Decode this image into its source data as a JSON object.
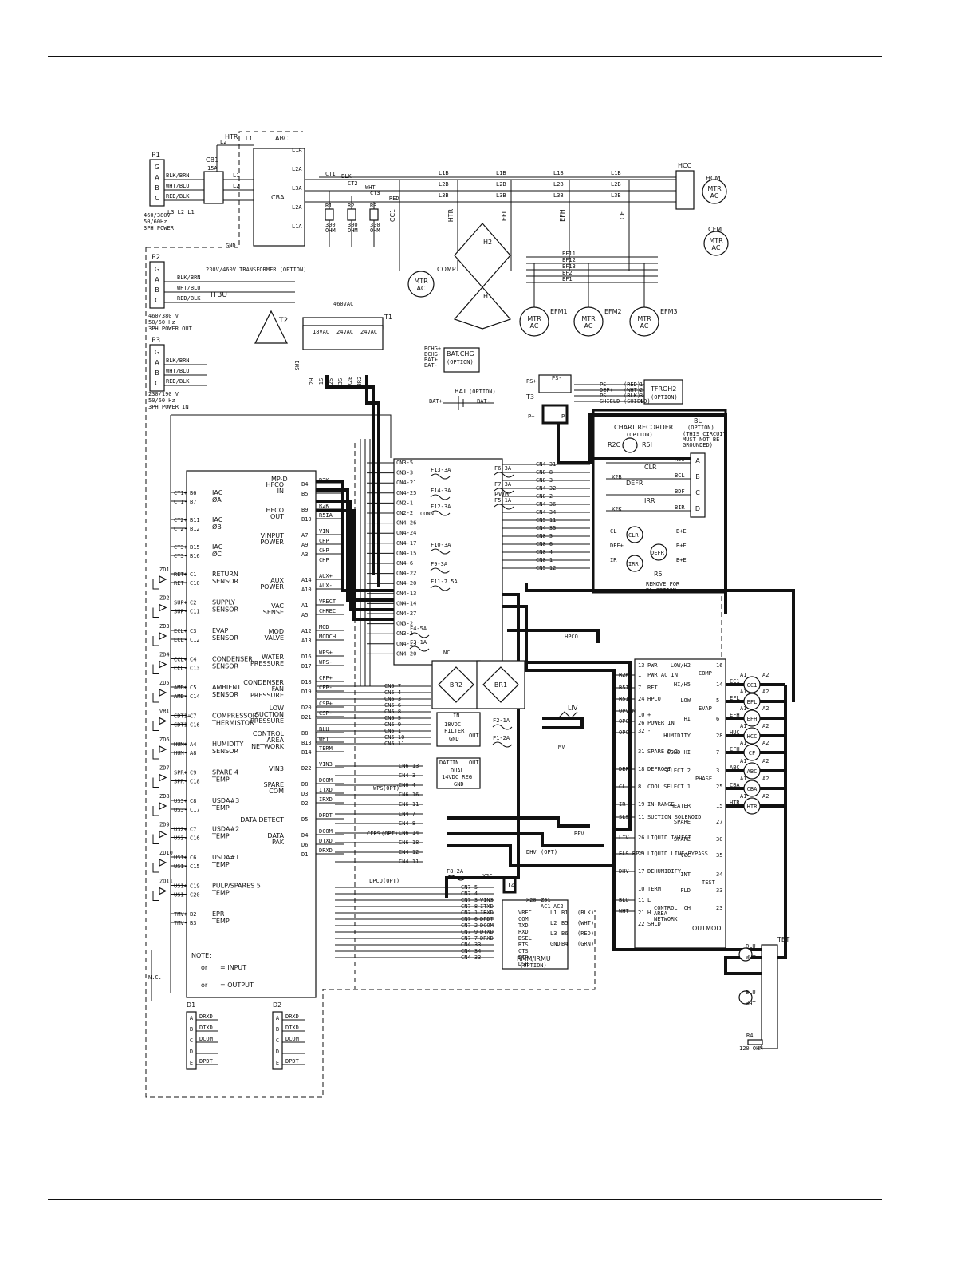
{
  "power": {
    "p1": {
      "label": "P1",
      "pins": [
        "G",
        "A",
        "B",
        "C"
      ],
      "wires": [
        "BLK/BRN",
        "WHT/BLU",
        "RED/BLK"
      ],
      "phases": "L3  L2  L1",
      "rating": [
        "460/380V",
        "50/60Hz",
        "3PH POWER"
      ]
    },
    "p2": {
      "label": "P2",
      "pins": [
        "G",
        "A",
        "B",
        "C"
      ],
      "wires": [
        "BLK/BRN",
        "WHT/BLU",
        "RED/BLK"
      ],
      "rating": [
        "460/380 V",
        "50/60 Hz",
        "3PH POWER OUT"
      ]
    },
    "p3": {
      "label": "P3",
      "pins": [
        "G",
        "A",
        "B",
        "C"
      ],
      "wires": [
        "BLK/BRN",
        "WHT/BLU",
        "RED/BLK"
      ],
      "rating": [
        "230/190 V",
        "50/60 Hz",
        "3PH POWER IN"
      ]
    },
    "cb1": "CB1",
    "cb1_amps": "15A",
    "gnd": "GND",
    "itbu": "ITBU",
    "t2": "T2",
    "transformer": "230V/460V TRANSFORMER (OPTION)"
  },
  "top": {
    "htr": "HTR",
    "l2": "L2",
    "l1": "L1",
    "abc": "ABC",
    "cba": "CBA",
    "contact_labels": [
      "L1A",
      "L2A",
      "L3A",
      "L2A",
      "L1A"
    ],
    "ct": [
      "CT1",
      "CT2",
      "CT3"
    ],
    "resistors": [
      {
        "r": "R1",
        "v": "300",
        "u": "OHM"
      },
      {
        "r": "R2",
        "v": "300",
        "u": "OHM"
      },
      {
        "r": "R3",
        "v": "300",
        "u": "OHM"
      }
    ],
    "bus": [
      "L1B",
      "L1B",
      "L1B",
      "L1B",
      "L2B",
      "L2B",
      "L2B",
      "L2B",
      "L3B",
      "L3B",
      "L3B",
      "L3B"
    ],
    "wire_colors": [
      "BLK",
      "WHT",
      "RED"
    ],
    "loads": [
      "CC1",
      "HTR",
      "EFL",
      "EFH",
      "CF"
    ],
    "comp": "COMP",
    "h1": "H1",
    "h2": "H2",
    "mtr": "MTR",
    "ac": "AC",
    "hcc": "HCC",
    "hcm": "HCM",
    "cfm": "CFM",
    "evap_fans": [
      "EFM1",
      "EFM2",
      "EFM3"
    ],
    "ef_wires": [
      "EF11",
      "EF12",
      "EF13",
      "EF2",
      "EF1"
    ],
    "t1": "T1",
    "vac460": "460VAC",
    "vac18": "18VAC",
    "vac24a": "24VAC",
    "vac24b": "24VAC",
    "sw1": "SW1",
    "t1_leads": [
      "2H",
      "1S",
      "2S",
      "3S",
      "R2B",
      "BR2"
    ]
  },
  "battery": {
    "bat_chg": "BAT.CHG",
    "bat_chg_opt": "(OPTION)",
    "bat": "BAT",
    "bat_opt": "(OPTION)",
    "bat_pos": "BAT+",
    "bat_neg": "BAT-",
    "chg_pins": [
      "BCHG+",
      "BCHG-",
      "BAT+",
      "BAT-"
    ]
  },
  "ps": {
    "ps_pos": "PS+",
    "ps_neg": "PS-",
    "t3": "T3",
    "p_pos": "P+",
    "p_neg": "P-",
    "tfrgh": "TFRGH2",
    "tfrgh_opt": "(OPTION)",
    "tfrgh_pins": [
      {
        "n": "1",
        "w": "(RED)"
      },
      {
        "n": "2",
        "w": "(WHT)"
      },
      {
        "n": "3",
        "w": "(BLK)"
      },
      {
        "n": "4",
        "w": "(SHIELD)"
      }
    ],
    "tfrgh_wires": [
      "PS+",
      "DEF+",
      "PS-",
      "SHIELD"
    ]
  },
  "chart": {
    "title": "CHART RECORDER",
    "opt": "(OPTION)",
    "r2c": "R2C",
    "r5i": "R5I",
    "bl": "BL",
    "bl_opt": "(OPTION)",
    "bl_note": [
      "(THIS CIRCUIT",
      "MUST NOT BE",
      "GROUNDED)"
    ],
    "bl_pins": [
      "A",
      "B",
      "C",
      "D"
    ],
    "clr": "CLR",
    "defr": "DEFR",
    "irr": "IRR",
    "r5": "R5",
    "remove": [
      "REMOVE FOR",
      "BL OPTION"
    ],
    "coil_labels": [
      "CL",
      "DEF+",
      "IR",
      "B+E",
      "B+E",
      "B+E"
    ],
    "bl_wires": [
      "X5I",
      "BCL",
      "BDF",
      "BIR",
      "X2B",
      "X2K"
    ]
  },
  "mpd": {
    "title": "MP-D",
    "left_groups": [
      {
        "name": "IAC",
        "sub": "ØA",
        "pins": [
          "B6",
          "B7"
        ],
        "wires": [
          "CT1+",
          "CT1-"
        ]
      },
      {
        "name": "IAC",
        "sub": "ØB",
        "pins": [
          "B11",
          "B12"
        ],
        "wires": [
          "CT2+",
          "CT2-"
        ]
      },
      {
        "name": "IAC",
        "sub": "ØC",
        "pins": [
          "B15",
          "B16"
        ],
        "wires": [
          "CT3+",
          "CT3-"
        ]
      },
      {
        "name": "RETURN",
        "sub": "SENSOR",
        "pins": [
          "C1",
          "C10"
        ],
        "wires": [
          "RET+",
          "RET-"
        ],
        "zd": "ZD1"
      },
      {
        "name": "SUPPLY",
        "sub": "SENSOR",
        "pins": [
          "C2",
          "C11"
        ],
        "wires": [
          "SUP+",
          "SUP-"
        ],
        "zd": "ZD2"
      },
      {
        "name": "EVAP",
        "sub": "SENSOR",
        "pins": [
          "C3",
          "C12"
        ],
        "wires": [
          "ECL+",
          "ECL-"
        ],
        "zd": "ZD3"
      },
      {
        "name": "CONDENSER",
        "sub": "SENSOR",
        "pins": [
          "C4",
          "C13"
        ],
        "wires": [
          "CCL+",
          "CCL-"
        ],
        "zd": "ZD4"
      },
      {
        "name": "AMBIENT",
        "sub": "SENSOR",
        "pins": [
          "C5",
          "C14"
        ],
        "wires": [
          "AMB+",
          "AMB-"
        ],
        "zd": "ZD5"
      },
      {
        "name": "COMPRESSOR",
        "sub": "THERMISTOR",
        "pins": [
          "C7",
          "C16"
        ],
        "wires": [
          "CDT1+",
          "CDT1-"
        ],
        "zd": "VR1"
      },
      {
        "name": "HUMIDITY",
        "sub": "SENSOR",
        "pins": [
          "A4",
          "A8"
        ],
        "wires": [
          "HUM+",
          "HUM-"
        ],
        "zd": "ZD6"
      },
      {
        "name": "SPARE 4",
        "sub": "TEMP",
        "pins": [
          "C9",
          "C18"
        ],
        "wires": [
          "SPR+",
          "SPR-"
        ],
        "zd": "ZD7"
      },
      {
        "name": "USDA#3",
        "sub": "TEMP",
        "pins": [
          "C8",
          "C17"
        ],
        "wires": [
          "US3+",
          "US3-"
        ],
        "zd": "ZD8"
      },
      {
        "name": "USDA#2",
        "sub": "TEMP",
        "pins": [
          "C7",
          "C16"
        ],
        "wires": [
          "US2+",
          "US2-"
        ],
        "zd": "ZD9"
      },
      {
        "name": "USDA#1",
        "sub": "TEMP",
        "pins": [
          "C6",
          "C15"
        ],
        "wires": [
          "US1+",
          "US1-"
        ],
        "zd": "ZD10"
      },
      {
        "name": "PULP/SPARES 5",
        "sub": "TEMP",
        "pins": [
          "C19",
          "C20"
        ],
        "wires": [
          "US1+",
          "US1-"
        ],
        "zd": "ZD11"
      },
      {
        "name": "EPR",
        "sub": "TEMP",
        "pins": [
          "B2",
          "B3"
        ],
        "wires": [
          "TMV+",
          "TMV-"
        ],
        "zd": ""
      }
    ],
    "right_groups": [
      {
        "name": [
          "HFCO",
          "IN"
        ],
        "pins": [
          "B4",
          "B5"
        ],
        "wires": [
          "R2K",
          "R5I"
        ]
      },
      {
        "name": [
          "HFCO",
          "OUT"
        ],
        "pins": [
          "B9",
          "B10"
        ],
        "wires": [
          "R2K",
          "R5IA"
        ]
      },
      {
        "name": [
          "VINPUT",
          "POWER"
        ],
        "pins": [
          "A7",
          "A9",
          "A3"
        ],
        "wires": [
          "VIN",
          "CHP",
          "CHP",
          "CHP"
        ]
      },
      {
        "name": [
          "AUX",
          "POWER"
        ],
        "pins": [
          "A14",
          "A10"
        ],
        "wires": [
          "AUX+",
          "AUX-"
        ]
      },
      {
        "name": [
          "VAC",
          "SENSE"
        ],
        "pins": [
          "A1",
          "A5"
        ],
        "wires": [
          "VRECT",
          "CHREC"
        ]
      },
      {
        "name": [
          "MOD",
          "VALVE"
        ],
        "pins": [
          "A12",
          "A13"
        ],
        "wires": [
          "MOD",
          "MODCH"
        ]
      },
      {
        "name": [
          "WATER",
          "PRESSURE"
        ],
        "pins": [
          "D16",
          "D17"
        ],
        "wires": [
          "WPS+",
          "WPS-"
        ]
      },
      {
        "name": [
          "CONDENSER",
          "FAN",
          "PRESSURE"
        ],
        "pins": [
          "D18",
          "D19"
        ],
        "wires": [
          "CFP+",
          "CFP-"
        ]
      },
      {
        "name": [
          "LOW",
          "SUCTION",
          "PRESSURE"
        ],
        "pins": [
          "D20",
          "D21"
        ],
        "wires": [
          "CSP+",
          "CSP-"
        ]
      },
      {
        "name": [
          "CONTROL",
          "AREA",
          "NETWORK"
        ],
        "pins": [
          "B8",
          "B13",
          "B14"
        ],
        "wires": [
          "BLU",
          "WHT",
          "TERM"
        ]
      },
      {
        "name": [
          "VIN3"
        ],
        "pins": [
          "D22"
        ],
        "wires": [
          "VIN3"
        ]
      },
      {
        "name": [
          "SPARE",
          "COM"
        ],
        "pins": [
          "D8",
          "D3",
          "D2"
        ],
        "wires": [
          "DCOM",
          "ITXD",
          "IRXD"
        ]
      },
      {
        "name": [
          "DATA DETECT"
        ],
        "pins": [
          "D5"
        ],
        "wires": [
          "DPDT"
        ]
      },
      {
        "name": [
          "DATA",
          "PAK"
        ],
        "pins": [
          "D4",
          "D6",
          "D1"
        ],
        "wires": [
          "DCOM",
          "DTXD",
          "DRXD"
        ]
      }
    ],
    "pin_labels_right": [
      "H",
      "L",
      "TERM",
      "RET",
      "IN",
      "OUT",
      "RET",
      "IN",
      "OUT"
    ],
    "note": "NOTE:",
    "note_input": "= INPUT",
    "note_output": "= OUTPUT",
    "or": "or",
    "nc": "N.C."
  },
  "pwb": {
    "title": "PWB",
    "fuses": [
      "F13-3A",
      "F14-3A",
      "F12-3A",
      "F10-3A",
      "F9-3A",
      "F11-7.5A",
      "F4-5A",
      "F3-1A",
      "F6-3A",
      "F7-3A",
      "F5-1A",
      "F2-1A",
      "F1-2A",
      "F8-2A"
    ],
    "conns_left": [
      "CN3-5",
      "CN3-3",
      "CN4-21",
      "CN4-25",
      "CN2-1",
      "CN2-2",
      "CN4-26",
      "CN4-24",
      "CN4-17",
      "CN4-15",
      "CN4-6",
      "CN4-22",
      "CN4-20",
      "CN4-13",
      "CN4-14",
      "CN4-27",
      "CN3-2",
      "CN3-1",
      "CN4-23",
      "CN4-20"
    ],
    "conns_right": [
      "CN4-31",
      "CN8-8",
      "CN8-3",
      "CN4-32",
      "CN8-2",
      "CN4-36",
      "CN4-34",
      "CN5-11",
      "CN4-35",
      "CN8-5",
      "CN8-6",
      "CN8-4",
      "CN8-1",
      "CN5-12"
    ],
    "br": [
      "BR2",
      "BR1"
    ],
    "filter": [
      "IN",
      "18VDC",
      "FILTER",
      "GND",
      "OUT"
    ],
    "reg": [
      "DATI",
      "IN",
      "OUT",
      "DUAL",
      "14VDC REG",
      "GND"
    ],
    "conn": "CONN",
    "nc": "NC"
  },
  "cn5": [
    "CN5-7",
    "CN5-4",
    "CN5-3",
    "CN5-6",
    "CN5-8",
    "CN5-5",
    "CN5-9",
    "CN5-1",
    "CN5-10",
    "CN5-11"
  ],
  "cn6": [
    "CN6-13",
    "CN4-3",
    "CN6-4",
    "CN6-16",
    "CN6-11",
    "CN4-7",
    "CN4-8",
    "CN6-14",
    "CN6-18",
    "CN4-12",
    "CN4-11"
  ],
  "cn7": [
    "CN7-5",
    "CN7-4",
    "CN7-3",
    "CN7-8",
    "CN7-1",
    "CN7-6",
    "CN7-2",
    "CN7-9",
    "CN7-7",
    "CN4-33",
    "CN4-34",
    "CN4-33"
  ],
  "options": {
    "wps": "WPS",
    "wps_opt": "(OPT)",
    "cfps": "CFPS",
    "cfps_opt": "(OPT)",
    "lpco": "LPCO",
    "lpco_opt": "(OPT)",
    "hpco": "HPCO",
    "liv": "LIV",
    "mv": "MV",
    "bpv": "BPV",
    "dhv": "DHV",
    "dhv_opt": "(OPT)",
    "t4": "T4",
    "x2c": "X2C"
  },
  "rmm": {
    "title": "RMM/IRMU",
    "opt": "(OPTION)",
    "x20": "X20",
    "z51": "Z51",
    "left": [
      "VREC",
      "COM",
      "TXD",
      "RXD",
      "DSEL",
      "RTS",
      "CTS",
      "DTR",
      "DSR"
    ],
    "ac": [
      "AC1",
      "AC2"
    ],
    "right": [
      {
        "p": "L1",
        "n": "B1",
        "w": "(BLK)"
      },
      {
        "p": "L2",
        "n": "B5",
        "w": "(WHT)"
      },
      {
        "p": "L3",
        "n": "B6",
        "w": "(RED)"
      },
      {
        "p": "GND",
        "n": "B4",
        "w": "(GRN)"
      }
    ],
    "rm_wires": [
      "VIN3",
      "ITXD",
      "IRXD",
      "DPDT",
      "DCOM",
      "DTXD",
      "DRXD"
    ]
  },
  "outmod": {
    "title": "OUTMOD",
    "left": [
      {
        "n": "13",
        "l": "PWR"
      },
      {
        "n": "1",
        "l": "PWR AC IN"
      },
      {
        "n": "7",
        "l": "RET"
      },
      {
        "n": "24",
        "l": "HPCO"
      },
      {
        "n": "10",
        "l": "+"
      },
      {
        "n": "26",
        "l": "POWER IN"
      },
      {
        "n": "32",
        "l": "-"
      },
      {
        "n": "31",
        "l": "SPARE D.C."
      },
      {
        "n": "18",
        "l": "DEFROST"
      },
      {
        "n": "8",
        "l": "COOL"
      },
      {
        "n": "19",
        "l": "IN-RANGE"
      },
      {
        "n": "11",
        "l": "SUCTION SOLENOID"
      },
      {
        "n": "26",
        "l": "LIQUID INJECT"
      },
      {
        "n": "29",
        "l": "LIQUID LINE/BYPASS"
      },
      {
        "n": "17",
        "l": "DEHUMIDIFY"
      },
      {
        "n": "10",
        "l": "TERM"
      },
      {
        "n": "11",
        "l": "L"
      },
      {
        "n": "21",
        "l": "H"
      },
      {
        "n": "22",
        "l": "SHLD"
      }
    ],
    "left_sig": [
      "R2K",
      "R5I",
      "R5IA",
      "OPVIN",
      "OPCH",
      "OPCH",
      "DEF+",
      "CL",
      "IR",
      "SLS",
      "LIV",
      "ELS-BPV",
      "DHV",
      "BLU",
      "WHT"
    ],
    "can": [
      "CONTROL",
      "AREA",
      "NETWORK"
    ],
    "right": [
      {
        "n": "16",
        "l": "LOW/H2"
      },
      {
        "n": "14",
        "l": "HI/H5"
      },
      {
        "n": "5",
        "l": "LOW"
      },
      {
        "n": "6",
        "l": "HI"
      },
      {
        "n": "28",
        "l": "HUMIDITY"
      },
      {
        "n": "7",
        "l": "COND HI"
      },
      {
        "n": "3",
        "l": "SELECT 2"
      },
      {
        "n": "25",
        "l": "SELECT 1"
      },
      {
        "n": "15",
        "l": "HEATER"
      },
      {
        "n": "27",
        "l": "SPARE"
      },
      {
        "n": "30",
        "l": "SPARE"
      },
      {
        "n": "35",
        "l": "VCC"
      },
      {
        "n": "34",
        "l": "INT"
      },
      {
        "n": "33",
        "l": "FLD"
      },
      {
        "n": "23",
        "l": "CH"
      }
    ],
    "comp": "COMP",
    "evap": "EVAP",
    "phase": "PHASE",
    "test": "TEST",
    "coils": [
      "CC1",
      "EFL",
      "EFH",
      "HCC",
      "CF",
      "ABC",
      "CBA",
      "HTR"
    ],
    "coil_wires": [
      "CC1",
      "EFL",
      "EFH",
      "HUC",
      "CFH",
      "ABC",
      "CBA",
      "HTR"
    ],
    "coil_a": [
      "A1",
      "A1",
      "A1",
      "A1",
      "A1",
      "A1",
      "A1",
      "A1"
    ],
    "coil_b": [
      "A2",
      "A2",
      "A2",
      "A2",
      "A2",
      "A2",
      "A2",
      "A2"
    ]
  },
  "tbt": {
    "title": "TBT",
    "r4": "R4",
    "r4v": "120 OHM",
    "wires": [
      "BLU",
      "WHT",
      "BLU",
      "WHT"
    ]
  },
  "d1": {
    "title": "D1",
    "pins": [
      "A",
      "B",
      "C",
      "D",
      "E"
    ],
    "wires": [
      "DRXD",
      "DTXD",
      "DCOM",
      "",
      "DPDT"
    ]
  },
  "d2": {
    "title": "D2",
    "pins": [
      "A",
      "B",
      "C",
      "D",
      "E"
    ],
    "wires": [
      "DRXD",
      "DTXD",
      "DCOM",
      "",
      "DPDT"
    ]
  }
}
